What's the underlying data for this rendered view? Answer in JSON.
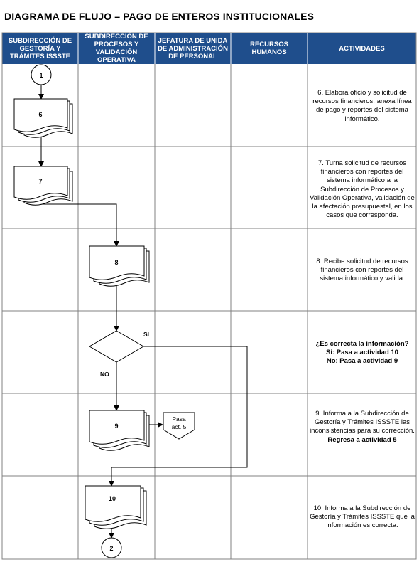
{
  "title": "DIAGRAMA DE FLUJO – PAGO DE ENTEROS INSTITUCIONALES",
  "columns": [
    "SUBDIRECCIÓN DE GESTORÍA Y TRÁMITES ISSSTE",
    "SUBDIRECCIÓN DE PROCESOS Y VALIDACIÓN OPERATIVA",
    "JEFATURA DE UNIDA DE ADMINISTRACIÓN DE PERSONAL",
    "RECURSOS HUMANOS",
    "ACTIVIDADES"
  ],
  "colors": {
    "header_bg": "#1F4E8C",
    "line": "#000000",
    "grid": "#808080"
  },
  "nodes": {
    "connector_start": "1",
    "doc6": "6",
    "doc7": "7",
    "doc8": "8",
    "doc9": "9",
    "doc10": "10",
    "connector_end": "2",
    "offpage_line1": "Pasa",
    "offpage_line2": "act. 5"
  },
  "decision_labels": {
    "yes": "SI",
    "no": "NO"
  },
  "activities": {
    "a6": "6. Elabora oficio y solicitud de recursos financieros, anexa línea de pago y reportes del sistema informático.",
    "a7": "7. Turna solicitud de recursos financieros con reportes del sistema informático a la Subdirección de Procesos y Validación Operativa, validación de la afectación presupuestal, en los casos que corresponda.",
    "a8": "8. Recibe solicitud de recursos financieros con reportes del sistema informático y valida.",
    "decision_q": "¿Es correcta la información?",
    "decision_si": "Si: Pasa a actividad 10",
    "decision_no": "No: Pasa a actividad 9",
    "a9": "9. Informa a la Subdirección de Gestoría y Trámites ISSSTE las inconsistencias para su corrección.",
    "a9_bold": "Regresa a actividad 5",
    "a10": "10. Informa a la Subdirección de Gestoría y Trámites ISSSTE que la información es correcta."
  }
}
